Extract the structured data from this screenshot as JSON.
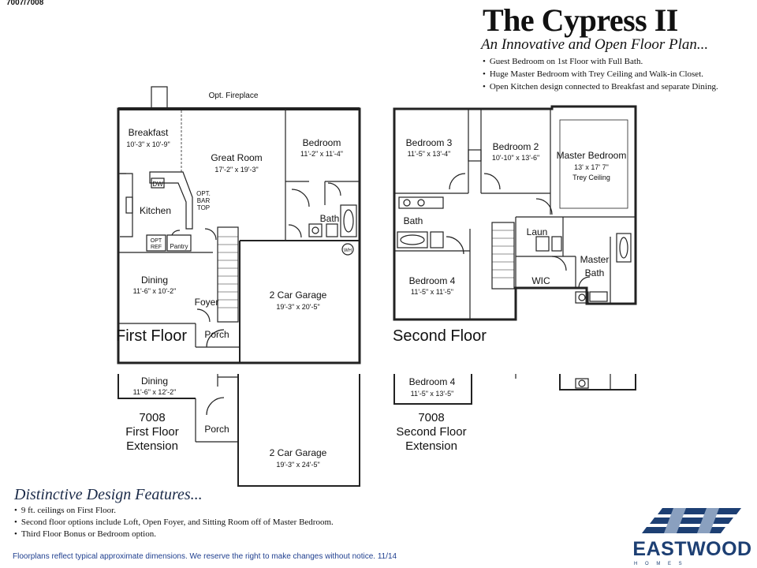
{
  "header": {
    "plan_number": "7007/7008",
    "title": "The Cypress II",
    "subtitle": "An Innovative and Open Floor Plan...",
    "bullets": [
      "Guest Bedroom on 1st Floor with Full Bath.",
      "Huge Master Bedroom with Trey Ceiling and Walk-in Closet.",
      "Open Kitchen design connected to Breakfast and separate Dining."
    ]
  },
  "first_floor": {
    "label": "First Floor",
    "opt_fireplace": "Opt. Fireplace",
    "rooms": {
      "breakfast": {
        "name": "Breakfast",
        "dims": "10'-3\" x 10'-9\""
      },
      "great_room": {
        "name": "Great Room",
        "dims": "17'-2\" x 19'-3\""
      },
      "bedroom": {
        "name": "Bedroom",
        "dims": "11'-2\" x 11'-4\""
      },
      "kitchen": {
        "name": "Kitchen"
      },
      "dining": {
        "name": "Dining",
        "dims": "11'-6\" x 10'-2\""
      },
      "garage": {
        "name": "2 Car Garage",
        "dims": "19'-3\" x 20'-5\""
      },
      "bath": {
        "name": "Bath"
      },
      "foyer": {
        "name": "Foyer"
      },
      "porch": {
        "name": "Porch"
      }
    },
    "fixtures": {
      "dw": "DW",
      "opt_bar_top": [
        "OPT.",
        "BAR",
        "TOP"
      ],
      "opt_ref": [
        "OPT",
        "REF"
      ],
      "pantry": "Pantry",
      "wh": "WH"
    }
  },
  "second_floor": {
    "label": "Second Floor",
    "rooms": {
      "bedroom3": {
        "name": "Bedroom 3",
        "dims": "11'-5\" x 13'-4\""
      },
      "bedroom2": {
        "name": "Bedroom 2",
        "dims": "10'-10\" x 13'-6\""
      },
      "master_bedroom": {
        "name": "Master Bedroom",
        "dims": "13' x 17' 7\"",
        "note": "Trey Ceiling"
      },
      "bath": {
        "name": "Bath"
      },
      "laun": {
        "name": "Laun"
      },
      "master_bath": {
        "name": "Master",
        "name2": "Bath"
      },
      "wic": {
        "name": "WIC"
      },
      "bedroom4": {
        "name": "Bedroom 4",
        "dims": "11'-5\" x 11'-5\""
      }
    }
  },
  "first_ext": {
    "label": [
      "7008",
      "First Floor",
      "Extension"
    ],
    "dining": {
      "name": "Dining",
      "dims": "11'-6\" x 12'-2\""
    },
    "porch": "Porch",
    "garage": {
      "name": "2 Car Garage",
      "dims": "19'-3\" x 24'-5\""
    }
  },
  "second_ext": {
    "label": [
      "7008",
      "Second Floor",
      "Extension"
    ],
    "bedroom4": {
      "name": "Bedroom 4",
      "dims": "11'-5\" x 13'-5\""
    }
  },
  "features": {
    "heading": "Distinctive Design Features...",
    "bullets": [
      "9 ft. ceilings on First Floor.",
      "Second floor options include Loft, Open Foyer, and Sitting Room off of Master Bedroom.",
      "Third Floor Bonus or Bedroom option."
    ]
  },
  "disclaimer": "Floorplans reflect typical approximate dimensions. We reserve the right to make changes without notice.  11/14",
  "brand": {
    "name": "EASTWOOD",
    "tagline": "H O M E S",
    "color": "#1d3f73",
    "accent": "#8aa0bf"
  }
}
